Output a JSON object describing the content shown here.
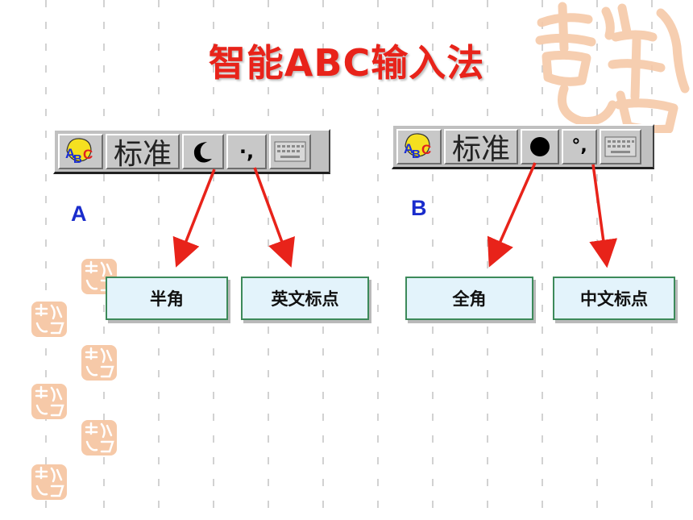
{
  "title": "智能ABC输入法",
  "toolbar_a": {
    "label": "A",
    "mode_text": "标准",
    "width_icon": "crescent-moon-icon",
    "punct_glyph": "·,",
    "punct_icon": "english-punctuation-icon",
    "keyboard_icon": "soft-keyboard-icon"
  },
  "toolbar_b": {
    "label": "B",
    "mode_text": "标准",
    "width_icon": "filled-circle-icon",
    "punct_glyph": "°,",
    "punct_icon": "chinese-punctuation-icon",
    "keyboard_icon": "soft-keyboard-icon"
  },
  "boxes": {
    "half_width": "半角",
    "english_punct": "英文标点",
    "full_width": "全角",
    "chinese_punct": "中文标点"
  },
  "colors": {
    "title": "#e8231a",
    "label": "#1a2ccc",
    "arrow": "#e8231a",
    "box_fill": "#e3f3fb",
    "box_border": "#3c8a5a",
    "seal": "#f6c9a8"
  }
}
